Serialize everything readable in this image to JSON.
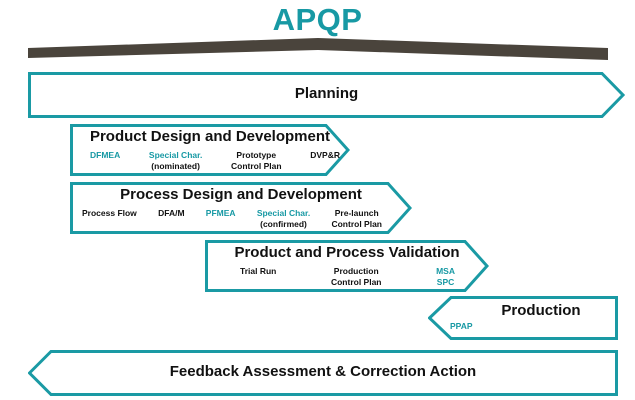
{
  "title": "APQP",
  "colors": {
    "teal": "#1799a4",
    "teal_border": "#1a9aa4",
    "bar_dark": "#4a443c",
    "text_dark": "#111111",
    "background": "#ffffff"
  },
  "divider": {
    "name": "tapered-divider-bar"
  },
  "bands": [
    {
      "id": "planning",
      "title": "Planning",
      "shape": "flat-left-arrow-right",
      "sublabels": []
    },
    {
      "id": "product-design",
      "title": "Product Design and Development",
      "shape": "flat-left-arrow-right",
      "sublabels": [
        {
          "lines": [
            {
              "text": "DFMEA",
              "color": "teal"
            }
          ]
        },
        {
          "lines": [
            {
              "text": "Special Char.",
              "color": "teal"
            },
            {
              "text": "(nominated)",
              "color": "dark"
            }
          ]
        },
        {
          "lines": [
            {
              "text": "Prototype",
              "color": "dark"
            },
            {
              "text": "Control Plan",
              "color": "dark"
            }
          ]
        },
        {
          "lines": [
            {
              "text": "DVP&R",
              "color": "dark"
            }
          ]
        }
      ]
    },
    {
      "id": "process-design",
      "title": "Process Design and Development",
      "shape": "flat-left-arrow-right",
      "sublabels": [
        {
          "lines": [
            {
              "text": "Process Flow",
              "color": "dark"
            }
          ]
        },
        {
          "lines": [
            {
              "text": "DFA/M",
              "color": "dark"
            }
          ]
        },
        {
          "lines": [
            {
              "text": "PFMEA",
              "color": "teal"
            }
          ]
        },
        {
          "lines": [
            {
              "text": "Special Char.",
              "color": "teal"
            },
            {
              "text": "(confirmed)",
              "color": "dark"
            }
          ]
        },
        {
          "lines": [
            {
              "text": "Pre-launch",
              "color": "dark"
            },
            {
              "text": "Control Plan",
              "color": "dark"
            }
          ]
        }
      ]
    },
    {
      "id": "validation",
      "title": "Product and Process Validation",
      "shape": "flat-left-arrow-right",
      "sublabels": [
        {
          "lines": [
            {
              "text": "Trial Run",
              "color": "dark"
            }
          ]
        },
        {
          "lines": [
            {
              "text": "Production",
              "color": "dark"
            },
            {
              "text": "Control Plan",
              "color": "dark"
            }
          ]
        },
        {
          "lines": [
            {
              "text": "MSA",
              "color": "teal"
            },
            {
              "text": "SPC",
              "color": "teal"
            }
          ]
        }
      ]
    },
    {
      "id": "production",
      "title": "Production",
      "shape": "chevron-point-left-flat-right",
      "sublabels": [
        {
          "lines": [
            {
              "text": "PPAP",
              "color": "teal"
            }
          ]
        }
      ]
    },
    {
      "id": "feedback",
      "title": "Feedback Assessment & Correction Action",
      "shape": "chevron-point-left-flat-right",
      "sublabels": []
    }
  ]
}
